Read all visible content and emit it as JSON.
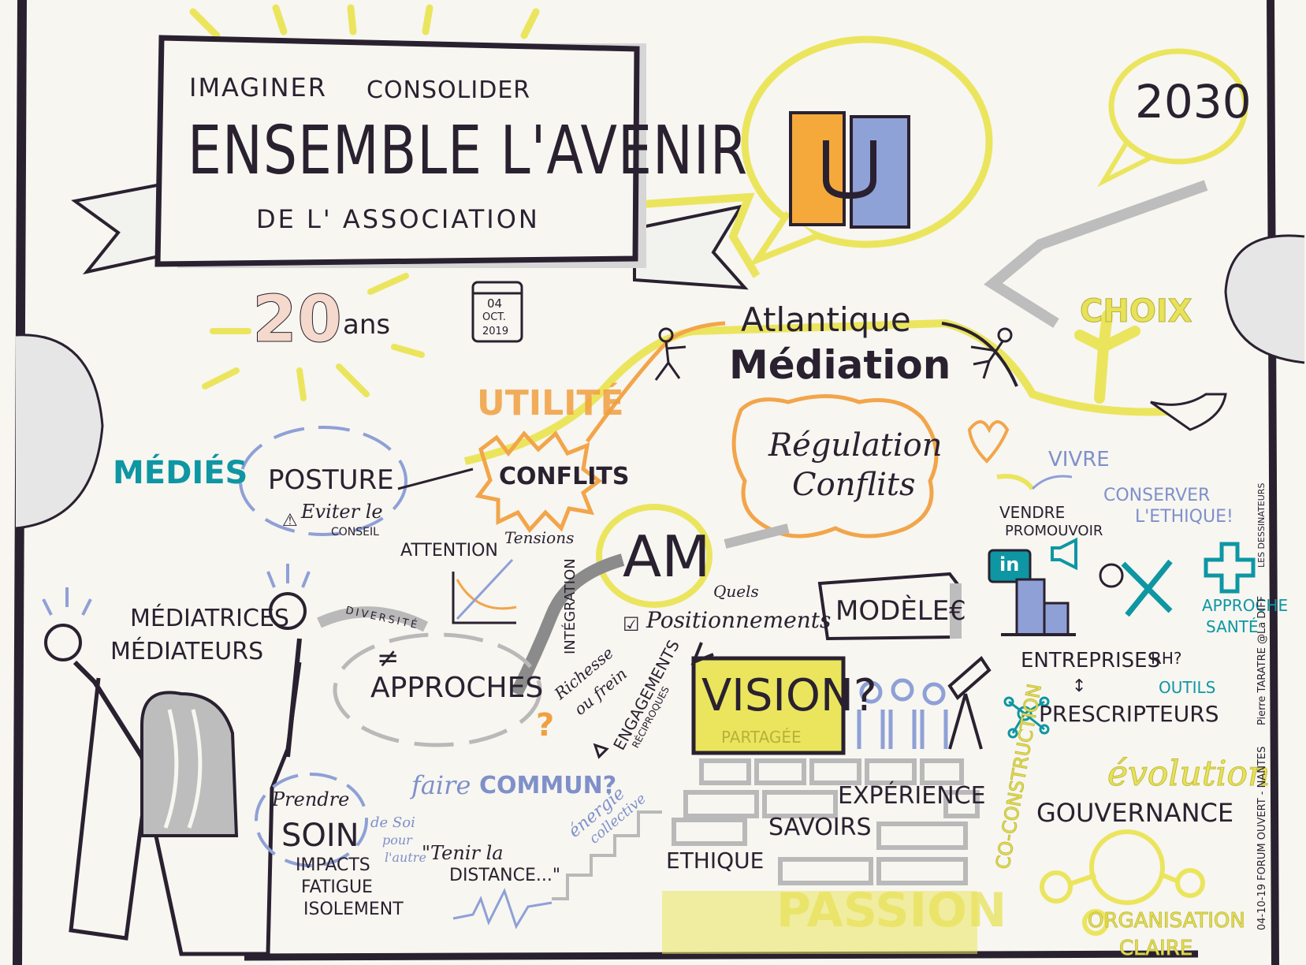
{
  "banner": {
    "line1_a": "IMAGINER",
    "line1_b": "CONSOLIDER",
    "line2": "ENSEMBLE L'AVENIR",
    "line3": "DE L' ASSOCIATION"
  },
  "year": "2030",
  "anniversary": {
    "number": "20",
    "unit": "ans"
  },
  "calendar": {
    "day": "04",
    "month": "OCT.",
    "year": "2019"
  },
  "center": {
    "title_top": "Atlantique",
    "title_bottom": "Médiation",
    "regulation_1": "Régulation",
    "regulation_2": "Conflits"
  },
  "choix": "CHOIX",
  "left": {
    "medies": "MÉDIÉS",
    "posture": "POSTURE",
    "eviter_1": "Eviter le",
    "eviter_2": "CONSEIL",
    "utilite": "UTILITÉ",
    "conflits": "CONFLITS",
    "attention": "ATTENTION",
    "tensions": "Tensions",
    "mediatrices": "MÉDIATRICES",
    "mediateurs": "MÉDIATEURS",
    "diversite": "DIVERSITÉ",
    "diff_symbol": "≠",
    "approches": "APPROCHES",
    "integration": "INTÉGRATION",
    "richesse_1": "Richesse",
    "richesse_2": "ou frein",
    "prendre": "Prendre",
    "soin": "SOIN",
    "de_soi_1": "de Soi",
    "de_soi_2": "pour",
    "de_soi_3": "l'autre",
    "impacts": "IMPACTS",
    "fatigue": "FATIGUE",
    "isolement": "ISOLEMENT",
    "tenir_1": "\"Tenir la",
    "tenir_2": "DISTANCE...\"",
    "faire": "faire",
    "commun": "COMMUN?",
    "energie_1": "énergie",
    "energie_2": "collective"
  },
  "middle": {
    "am": "AM",
    "quels": "Quels",
    "positionnements": "Positionnements",
    "engagements": "ENGAGEMENTS",
    "reciproques": "RÉCIPROQUES",
    "vision": "VISION?",
    "partagee": "PARTAGÉE",
    "modele": "MODÈLE€",
    "experience": "EXPÉRIENCE",
    "savoirs": "SAVOIRS",
    "ethique": "ETHIQUE",
    "passion": "PASSION"
  },
  "right": {
    "vivre_1": "VIVRE",
    "conserver_1": "CONSERVER",
    "conserver_2": "L'ETHIQUE!",
    "vendre": "VENDRE",
    "promouvoir": "PROMOUVOIR",
    "linkedin": "in",
    "approche_1": "APPROCHE",
    "approche_2": "SANTÉ",
    "entreprises": "ENTREPRISES",
    "rh": "RH?",
    "outils": "OUTILS",
    "prescripteurs": "PRESCRIPTEURS",
    "coconstruction": "CO-CONSTRUCTION",
    "evolution": "évolution",
    "gouvernance": "GOUVERNANCE",
    "organisation_1": "ORGANISATION",
    "organisation_2": "CLAIRE"
  },
  "credits": {
    "event": "04-10-19 FORUM OUVERT - NANTES",
    "artist": "Pierre TARATRE  @La DIFF",
    "studio": "LES DESSINATEURS"
  },
  "colors": {
    "ink": "#2a2130",
    "yellow": "#ebe55e",
    "orange": "#f2a54a",
    "blue": "#8fa0d6",
    "teal": "#0e96a3",
    "grey": "#b9b8b8"
  }
}
